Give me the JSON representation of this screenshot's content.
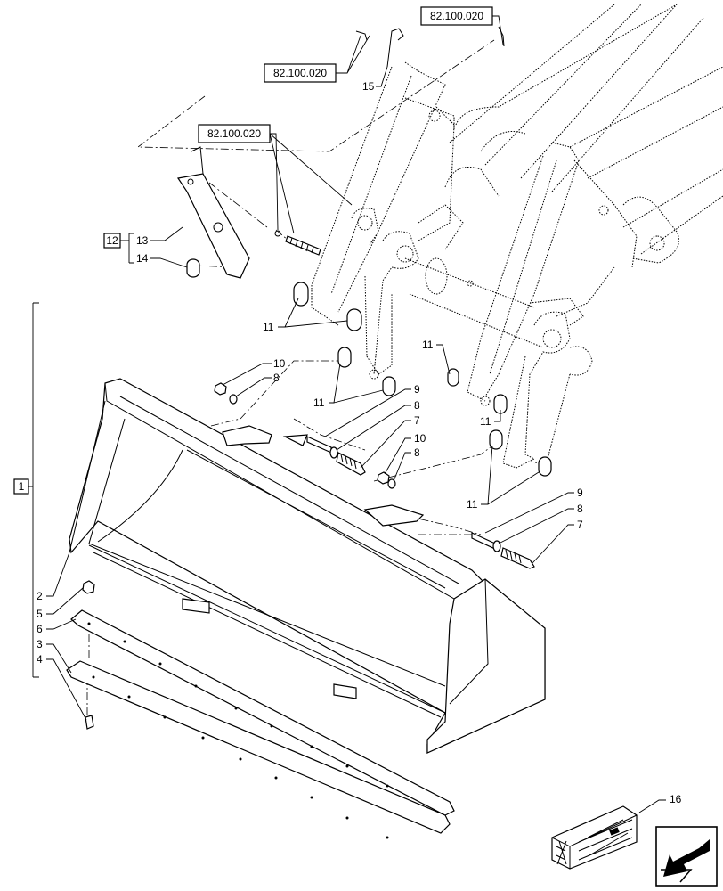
{
  "ref_boxes": {
    "ref_a": "82.100.020",
    "ref_b": "82.100.020",
    "ref_c": "82.100.020"
  },
  "group_labels": {
    "group_12": "12",
    "group_1": "1"
  },
  "callouts": {
    "c15": "15",
    "c13": "13",
    "c14": "14",
    "c11_a": "11",
    "c11_b": "11",
    "c11_c": "11",
    "c11_d": "11",
    "c11_e": "11",
    "c10_a": "10",
    "c8_a": "8",
    "c9_a": "9",
    "c8_b": "8",
    "c7_a": "7",
    "c10_b": "10",
    "c8_c": "8",
    "c9_b": "9",
    "c8_d": "8",
    "c7_b": "7",
    "c2": "2",
    "c5": "5",
    "c6": "6",
    "c3": "3",
    "c4": "4",
    "c16": "16"
  },
  "icons": {
    "nav": "previous-page-arrow-icon",
    "crate": "packaging-crate-icon"
  }
}
